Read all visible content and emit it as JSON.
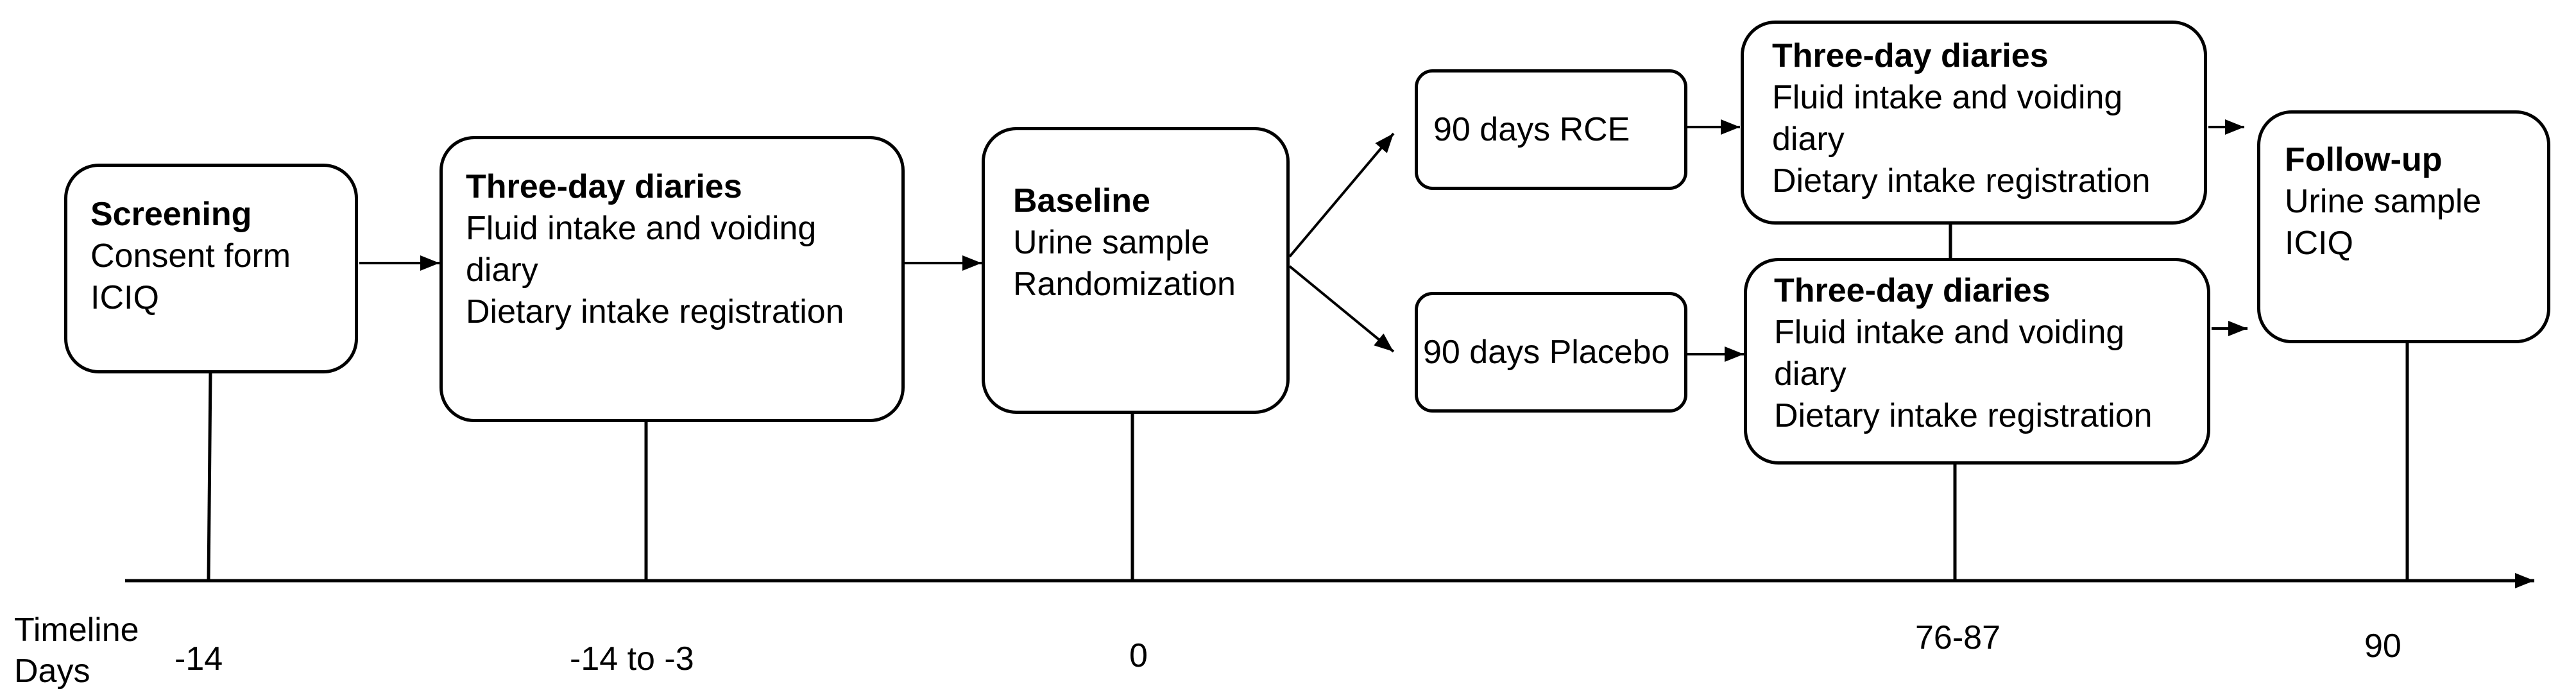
{
  "boxes": {
    "screening": {
      "title": "Screening",
      "lines": [
        "Consent form",
        "ICIQ"
      ]
    },
    "diaries_pre": {
      "title": "Three-day diaries",
      "lines": [
        "Fluid intake and voiding",
        "diary",
        "Dietary intake registration"
      ]
    },
    "baseline": {
      "title": "Baseline",
      "lines": [
        "Urine sample",
        "Randomization"
      ]
    },
    "rce": {
      "label": "90 days RCE"
    },
    "placebo": {
      "label": "90 days Placebo"
    },
    "diaries_rce": {
      "title": "Three-day diaries",
      "lines": [
        "Fluid intake and voiding",
        "diary",
        "Dietary intake registration"
      ]
    },
    "diaries_placebo": {
      "title": "Three-day diaries",
      "lines": [
        "Fluid intake and voiding",
        "diary",
        "Dietary intake registration"
      ]
    },
    "followup": {
      "title": "Follow-up",
      "lines": [
        "Urine sample",
        "ICIQ"
      ]
    }
  },
  "timeline": {
    "label_line1": "Timeline",
    "label_line2": "Days",
    "ticks": [
      "-14",
      "-14 to -3",
      "0",
      "76-87",
      "90"
    ]
  }
}
